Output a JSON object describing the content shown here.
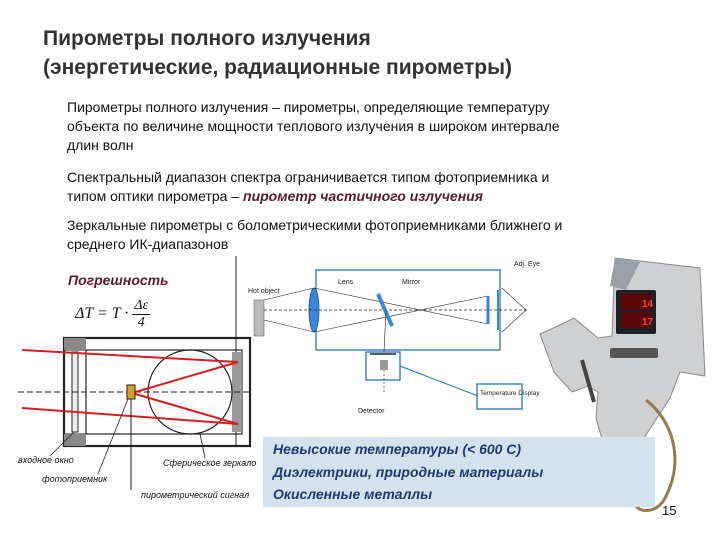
{
  "title": {
    "line1": "Пирометры полного излучения",
    "line2": "(энергетические, радиационные пирометры)"
  },
  "bullets": {
    "b1": [
      "Пирометры полного излучения – пирометры, определяющие температуру",
      "объекта по величине мощности теплового излучения в широком интервале",
      "длин волн"
    ],
    "b2_line1": "Спектральный диапазон спектра ограничивается типом фотоприемника и",
    "b2_line2_prefix": "типом оптики пирометра – ",
    "b2_line2_highlight": "пирометр частичного излучения",
    "b3": [
      "Зеркальные пирометры с болометрическими фотоприемниками ближнего и",
      "среднего ИК-диапазонов"
    ]
  },
  "error_section": {
    "heading": "Погрешность",
    "formula": "ΔT = T · Δε / 4"
  },
  "optics_labels": {
    "input_window": "входное окно",
    "spherical_mirror": "Сферическое зеркало",
    "photodetector": "фотоприемник",
    "pyro_signal": "пирометрический сигнал"
  },
  "schematic_labels": {
    "hot_object": "Hot object",
    "lens": "Lens",
    "mirror": "Mirror",
    "adj_eye": "Adj. Eye",
    "detector": "Detector",
    "temperature_display": "Temperature Display"
  },
  "device": {
    "display_top": "14",
    "display_bottom": "17"
  },
  "note": {
    "lines": [
      "Невысокие температуры (< 600 С)",
      "Диэлектрики, природные материалы",
      "Окисленные металлы"
    ]
  },
  "page_number": "15",
  "colors": {
    "title": "#333333",
    "highlight": "#5a1a32",
    "note_bg": "#d3e2ef",
    "note_text": "#1c3a70",
    "ray_red": "#d22020",
    "schematic_blue": "#2a6fc4"
  }
}
